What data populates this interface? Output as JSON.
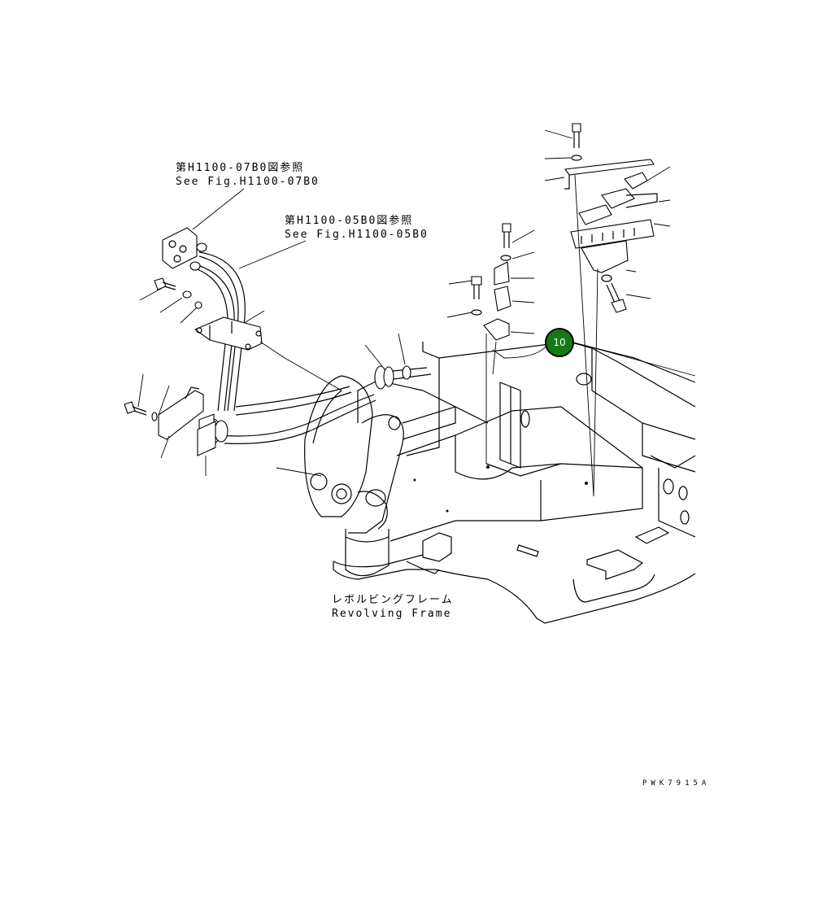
{
  "refs": {
    "fig07_jp": "第H1100-07B0図参照",
    "fig07_en": "See Fig.H1100-07B0",
    "fig05_jp": "第H1100-05B0図参照",
    "fig05_en": "See Fig.H1100-05B0"
  },
  "frame_label": {
    "jp": "レボルビングフレーム",
    "en": "Revolving Frame"
  },
  "callout": {
    "number": "10",
    "color": "#157a15"
  },
  "drawing_code": "PWK7915A"
}
